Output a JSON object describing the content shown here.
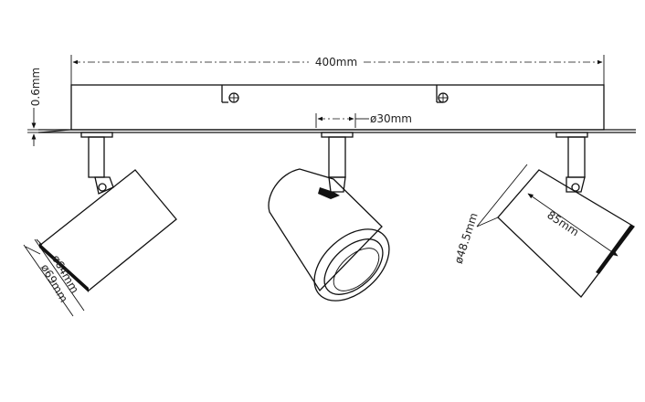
{
  "dimensions": {
    "length": "400mm",
    "thickness": "0.6mm",
    "stem_diameter": "ø30mm",
    "inner_diameter": "ø64mm",
    "outer_diameter": "ø69mm",
    "head_diameter": "ø48.5mm",
    "head_length": "85mm"
  },
  "colors": {
    "line": "#111111",
    "background": "#ffffff"
  }
}
